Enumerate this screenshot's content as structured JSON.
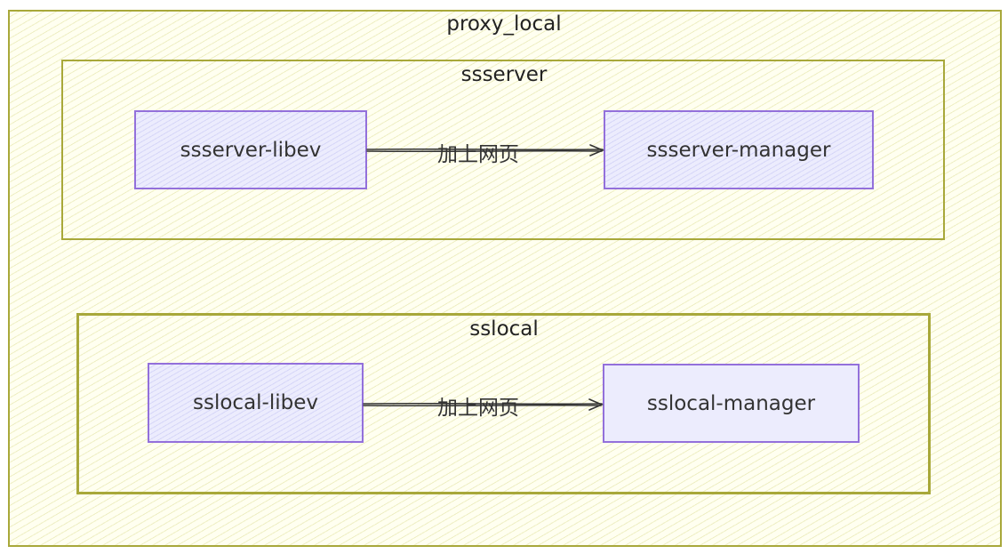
{
  "diagram": {
    "outer": {
      "title": "proxy_local"
    },
    "groups": [
      {
        "title": "ssserver",
        "left_node": "ssserver-libev",
        "right_node": "ssserver-manager",
        "edge_label": "加上网页"
      },
      {
        "title": "sslocal",
        "left_node": "sslocal-libev",
        "right_node": "sslocal-manager",
        "edge_label": "加上网页"
      }
    ]
  },
  "colors": {
    "group_border": "#a8a83a",
    "group_fill": "#fffff0",
    "node_border": "#9370db",
    "node_fill": "#ececfd",
    "edge": "#333333"
  }
}
